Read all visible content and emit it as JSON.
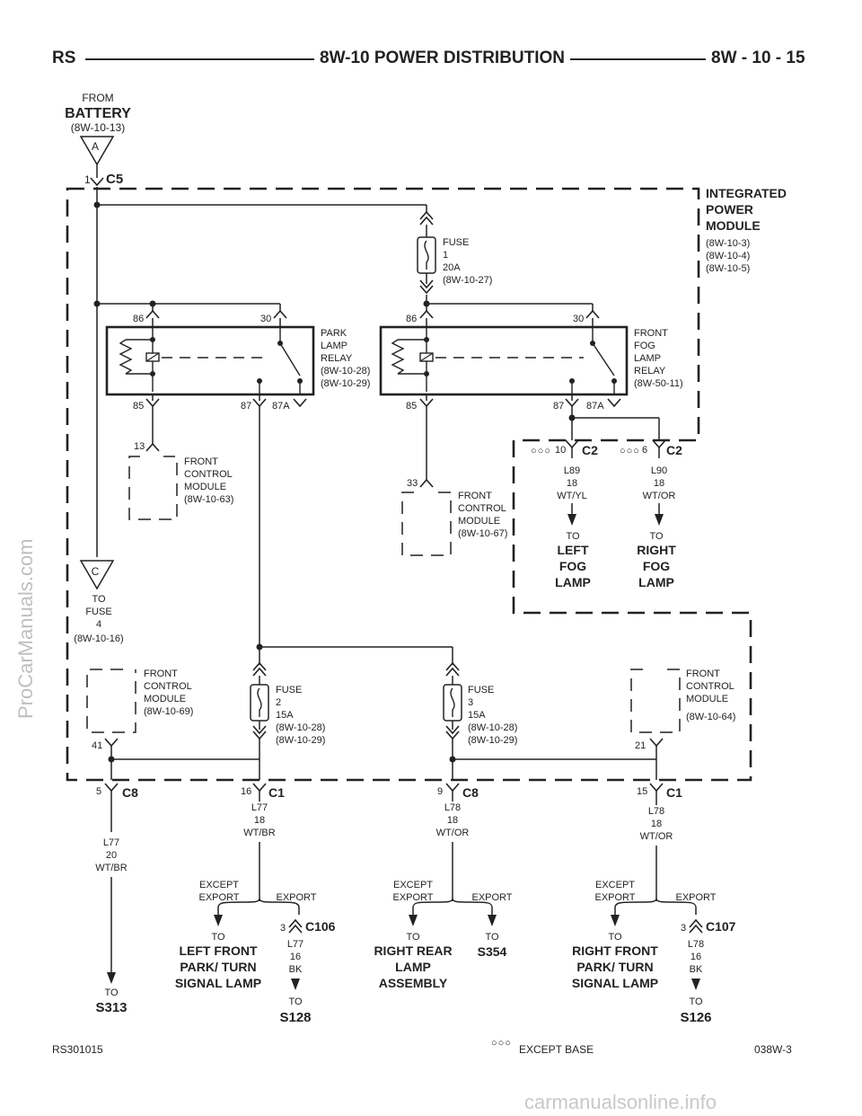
{
  "header": {
    "left": "RS",
    "center": "8W-10 POWER DISTRIBUTION",
    "right": "8W - 10 - 15"
  },
  "footer": {
    "left": "RS301015",
    "legend": "EXCEPT BASE",
    "right": "038W-3"
  },
  "watermarks": {
    "left": "ProCarManuals.com",
    "bottom": "carmanualsonline.info"
  },
  "source": {
    "from": "FROM",
    "name": "BATTERY",
    "ref": "(8W-10-13)",
    "tag": "A",
    "pin": "1",
    "connector": "C5"
  },
  "module": {
    "name_lines": [
      "INTEGRATED",
      "POWER",
      "MODULE"
    ],
    "refs": [
      "(8W-10-3)",
      "(8W-10-4)",
      "(8W-10-5)"
    ]
  },
  "fuse1": {
    "lines": [
      "FUSE",
      "1",
      "20A",
      "(8W-10-27)"
    ]
  },
  "fuse2": {
    "lines": [
      "FUSE",
      "2",
      "15A",
      "(8W-10-28)",
      "(8W-10-29)"
    ]
  },
  "fuse3": {
    "lines": [
      "FUSE",
      "3",
      "15A",
      "(8W-10-28)",
      "(8W-10-29)"
    ]
  },
  "park_relay": {
    "lines": [
      "PARK",
      "LAMP",
      "RELAY",
      "(8W-10-28)",
      "(8W-10-29)"
    ],
    "pins": {
      "p86": "86",
      "p30": "30",
      "p85": "85",
      "p87": "87",
      "p87a": "87A"
    }
  },
  "fog_relay": {
    "lines": [
      "FRONT",
      "FOG",
      "LAMP",
      "RELAY",
      "(8W-50-11)"
    ],
    "pins": {
      "p86": "86",
      "p30": "30",
      "p85": "85",
      "p87": "87",
      "p87a": "87A"
    }
  },
  "fcm": [
    {
      "pin": "13",
      "lines": [
        "FRONT",
        "CONTROL",
        "MODULE",
        "(8W-10-63)"
      ]
    },
    {
      "pin": "33",
      "lines": [
        "FRONT",
        "CONTROL",
        "MODULE",
        "(8W-10-67)"
      ]
    },
    {
      "pin": "41",
      "lines": [
        "FRONT",
        "CONTROL",
        "MODULE",
        "(8W-10-69)"
      ]
    },
    {
      "pin": "21",
      "lines": [
        "FRONT",
        "CONTROL",
        "MODULE",
        "(8W-10-64)"
      ]
    }
  ],
  "fuse4": {
    "tag": "C",
    "lines": [
      "TO",
      "FUSE",
      "4",
      "(8W-10-16)"
    ]
  },
  "fog_left": {
    "pin": "10",
    "connector": "C2",
    "wire": [
      "L89",
      "18",
      "WT/YL"
    ],
    "to": "TO",
    "dest": [
      "LEFT",
      "FOG",
      "LAMP"
    ]
  },
  "fog_right": {
    "pin": "6",
    "connector": "C2",
    "wire": [
      "L90",
      "18",
      "WT/OR"
    ],
    "to": "TO",
    "dest": [
      "RIGHT",
      "FOG",
      "LAMP"
    ]
  },
  "out1": {
    "pin": "5",
    "connector": "C8",
    "wire": [
      "L77",
      "20",
      "WT/BR"
    ],
    "to": "TO",
    "dest": "S313"
  },
  "out2": {
    "pin": "16",
    "connector": "C1",
    "wire": [
      "L77",
      "18",
      "WT/BR"
    ],
    "except": [
      "EXCEPT",
      "EXPORT"
    ],
    "export": "EXPORT",
    "dest_to": "TO",
    "dest": [
      "LEFT FRONT",
      "PARK/ TURN",
      "SIGNAL LAMP"
    ],
    "exp_pin": "3",
    "exp_conn": "C106",
    "exp_wire": [
      "L77",
      "16",
      "BK"
    ],
    "exp_to": "TO",
    "exp_dest": "S128"
  },
  "out3": {
    "pin": "9",
    "connector": "C8",
    "wire": [
      "L78",
      "18",
      "WT/OR"
    ],
    "except": [
      "EXCEPT",
      "EXPORT"
    ],
    "export": "EXPORT",
    "dest_to": "TO",
    "dest": [
      "RIGHT REAR",
      "LAMP",
      "ASSEMBLY"
    ],
    "exp_to": "TO",
    "exp_dest": "S354"
  },
  "out4": {
    "pin": "15",
    "connector": "C1",
    "wire": [
      "L78",
      "18",
      "WT/OR"
    ],
    "except": [
      "EXCEPT",
      "EXPORT"
    ],
    "export": "EXPORT",
    "dest_to": "TO",
    "dest": [
      "RIGHT FRONT",
      "PARK/ TURN",
      "SIGNAL LAMP"
    ],
    "exp_pin": "3",
    "exp_conn": "C107",
    "exp_wire": [
      "L78",
      "16",
      "BK"
    ],
    "exp_to": "TO",
    "exp_dest": "S126"
  }
}
